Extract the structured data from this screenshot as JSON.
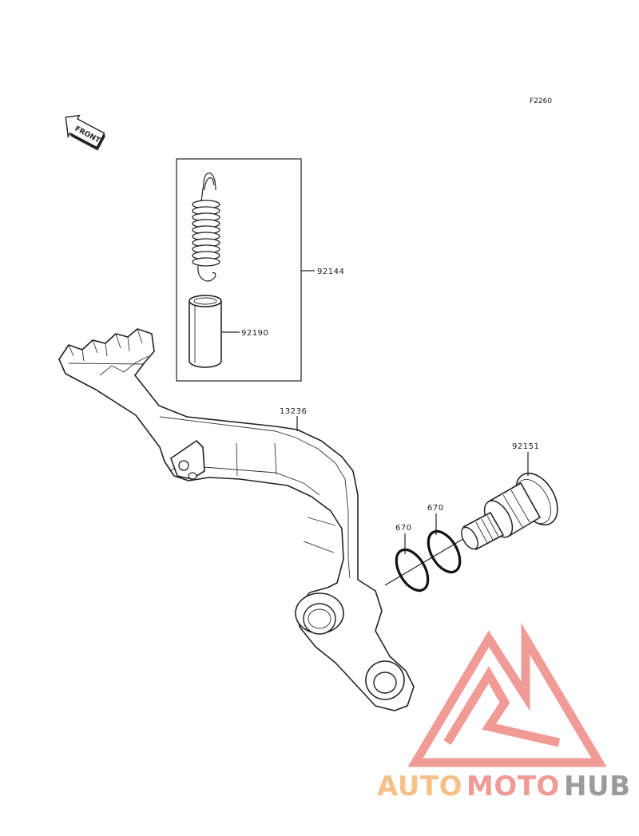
{
  "figure_code": "F2260",
  "front_arrow_label": "FRONT",
  "callouts": {
    "spring_kit": "92144",
    "sleeve": "92190",
    "brake_pedal": "13236",
    "o_ring_a": "670",
    "o_ring_b": "670",
    "pivot_shaft": "92151"
  },
  "watermark": {
    "part1": "AUTO",
    "part2": "MOTO",
    "part3": "HUB",
    "color_auto": "#f5b774",
    "color_moto": "#ef8a85",
    "color_hub": "#8a8a8a",
    "logo_color": "#ef8a85"
  }
}
